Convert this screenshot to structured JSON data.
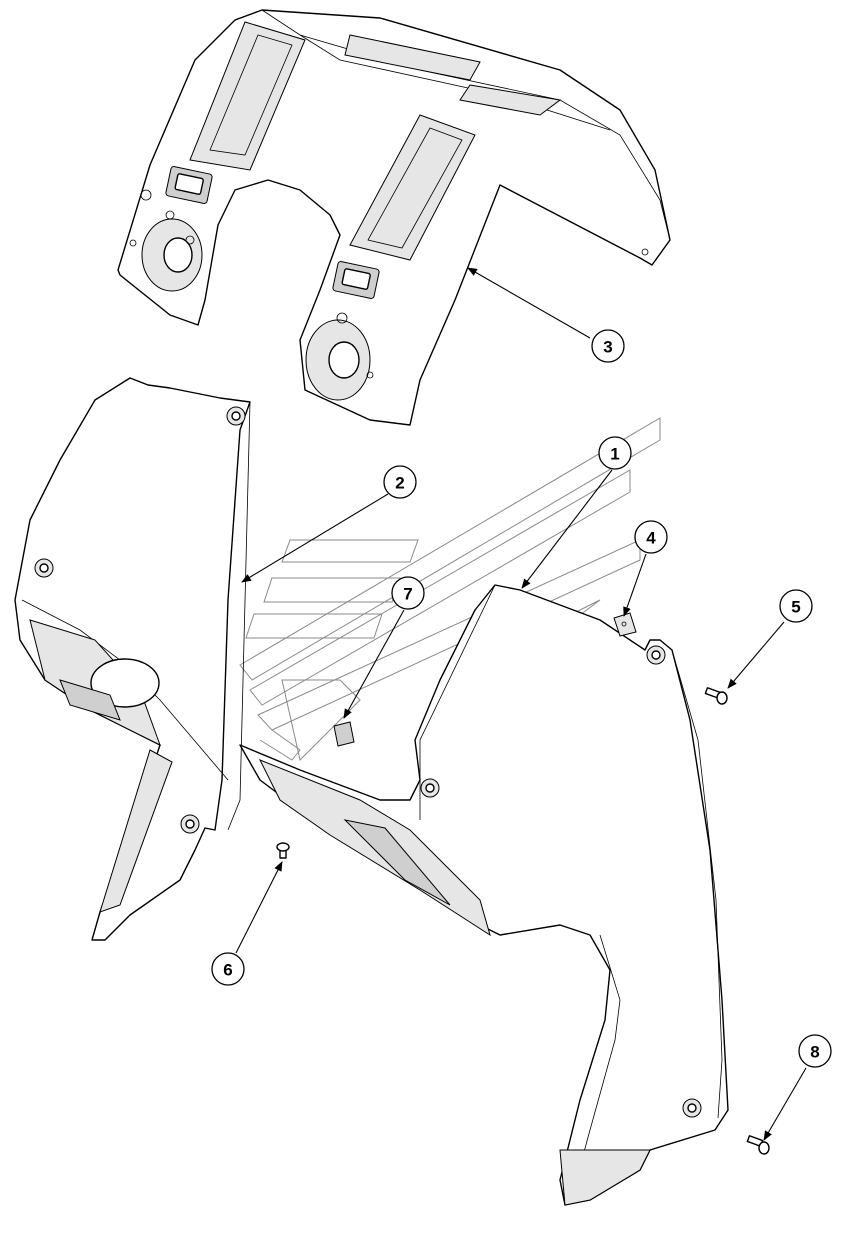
{
  "callouts": [
    {
      "id": "1",
      "label": "1"
    },
    {
      "id": "2",
      "label": "2"
    },
    {
      "id": "3",
      "label": "3"
    },
    {
      "id": "4",
      "label": "4"
    },
    {
      "id": "5",
      "label": "5"
    },
    {
      "id": "6",
      "label": "6"
    },
    {
      "id": "7",
      "label": "7"
    },
    {
      "id": "8",
      "label": "8"
    }
  ],
  "colors": {
    "line": "#000000",
    "fill": "#ffffff",
    "shade": "#e6e6e6",
    "watermark": "#8a8a8a"
  }
}
